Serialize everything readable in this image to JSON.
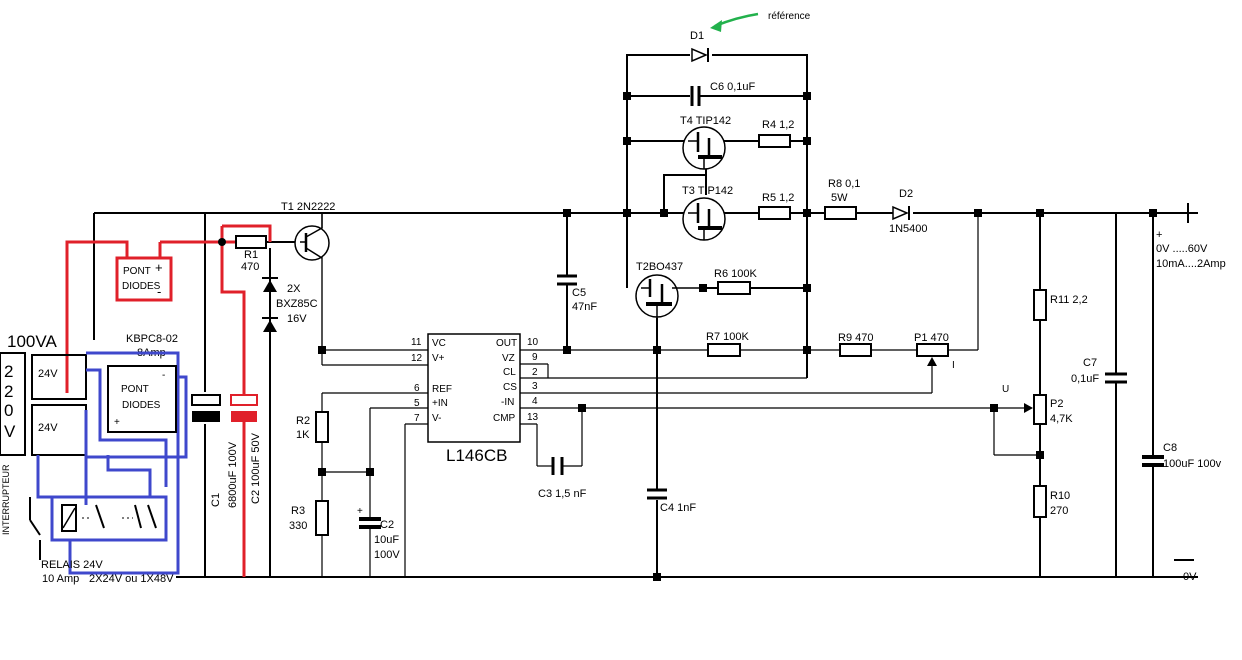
{
  "labels": {
    "reference": "référence",
    "d1": "D1",
    "c6": "C6 0,1uF",
    "t4": "T4 TIP142",
    "r4": "R4 1,2",
    "t3": "T3 TIP142",
    "r5": "R5 1,2",
    "r8": "R8  0,1",
    "r8b": "5W",
    "d2": "D2",
    "d2b": "1N5400",
    "t1": "T1 2N2222",
    "r1": "R1",
    "r1b": "470",
    "zener1": "2X",
    "zener2": "BXZ85C",
    "zener3": "16V",
    "pont1a": "PONT",
    "pont1b": "DIODES",
    "kbpc1": "KBPC8-02",
    "kbpc2": "8Amp",
    "pont2a": "PONT",
    "pont2b": "DIODES",
    "va": "100VA",
    "v220": [
      "2",
      "2",
      "0",
      "V"
    ],
    "sec1": "24V",
    "sec2": "24V",
    "interrupteur": "INTERRUPTEUR",
    "relais1": "RELAIS 24V",
    "relais2": "10 Amp",
    "relais3": "2X24V ou 1X48V",
    "c1a": "C1",
    "c1b": "6800uF 100V",
    "c2red": "C2 100uF 50V",
    "t2": "T2BO437",
    "r6": "R6 100K",
    "c5a": "C5",
    "c5b": "47nF",
    "r7": "R7 100K",
    "r9": "R9 470",
    "p1": "P1 470",
    "i": "I",
    "u": "U",
    "ic": "L146CB",
    "r2a": "R2",
    "r2b": "1K",
    "r3a": "R3",
    "r3b": "330",
    "c2a": "C2",
    "c2b": "10uF",
    "c2c": "100V",
    "c3": "C3 1,5 nF",
    "c4": "C4 1nF",
    "r11": "R11 2,2",
    "p2a": "P2",
    "p2b": "4,7K",
    "r10a": "R10",
    "r10b": "270",
    "c7a": "C7",
    "c7b": "0,1uF",
    "c8a": "C8",
    "c8b": "100uF  100v",
    "outplus": "+",
    "outrange": "0V .....60V",
    "outcur": "10mA....2Amp",
    "ov": "0V"
  },
  "pins_left": [
    {
      "num": "11",
      "name": "VC"
    },
    {
      "num": "12",
      "name": "V+"
    },
    {
      "num": "6",
      "name": "REF"
    },
    {
      "num": "5",
      "name": "+IN"
    },
    {
      "num": "7",
      "name": "V-"
    }
  ],
  "pins_right": [
    {
      "num": "10",
      "name": "OUT"
    },
    {
      "num": "9",
      "name": "VZ"
    },
    {
      "num": "2",
      "name": "CL"
    },
    {
      "num": "3",
      "name": "CS"
    },
    {
      "num": "4",
      "name": "-IN"
    },
    {
      "num": "13",
      "name": "CMP"
    }
  ],
  "colors": {
    "wire": "#000000",
    "red_wire": "#e0202a",
    "blue_wire": "#3f48cc",
    "arrow": "#22b14c"
  }
}
